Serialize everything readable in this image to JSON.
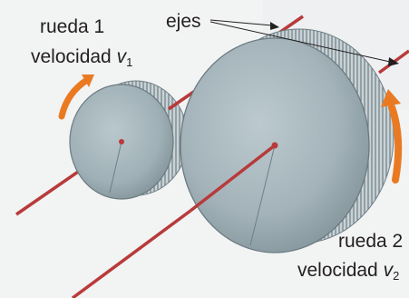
{
  "wheel1": {
    "name": "rueda 1",
    "velocity_word": "velocidad",
    "velocity_symbol": "v",
    "velocity_subscript": "1"
  },
  "axes": {
    "label": "ejes"
  },
  "wheel2": {
    "name": "rueda 2",
    "velocity_word": "velocidad",
    "velocity_symbol": "v",
    "velocity_subscript": "2"
  },
  "colors": {
    "axle": "#b83a3a",
    "wheel_face": "#9fb0b6",
    "wheel_edge": "#6f7f86",
    "rotation_arrow": "#ea7a22",
    "text": "#231f20"
  }
}
